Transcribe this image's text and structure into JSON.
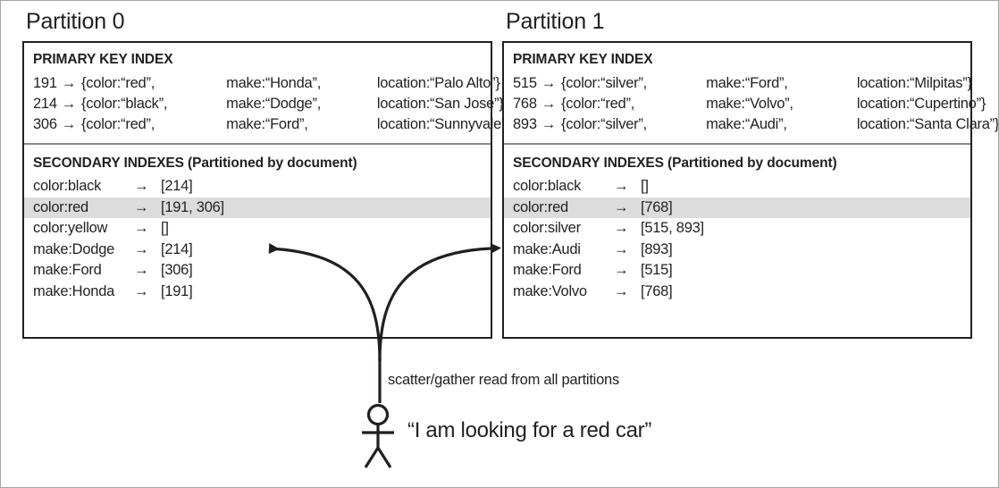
{
  "figure": {
    "accent_highlight": "#dcdcdc",
    "line_color": "#231f20",
    "frame_color": "#a6a6a6"
  },
  "partitions": [
    {
      "title": "Partition 0",
      "primary_index": {
        "heading": "PRIMARY KEY INDEX",
        "rows": [
          {
            "id": "191",
            "arrow": "→",
            "open": "{color:",
            "color": "“red”,",
            "make_label": "make:",
            "make": "“Honda”,",
            "loc_label": "location:",
            "loc": "“Palo Alto”}"
          },
          {
            "id": "214",
            "arrow": "→",
            "open": "{color:",
            "color": "“black”,",
            "make_label": "make:",
            "make": "“Dodge”,",
            "loc_label": "location:",
            "loc": "“San Jose”}"
          },
          {
            "id": "306",
            "arrow": "→",
            "open": "{color:",
            "color": "“red”,",
            "make_label": "make:",
            "make": "“Ford”,",
            "loc_label": "location:",
            "loc": "“Sunnyvale”}"
          }
        ]
      },
      "secondary_index": {
        "heading": "SECONDARY INDEXES (Partitioned by document)",
        "rows": [
          {
            "key": "color:black",
            "arrow": "→",
            "value": "[214]",
            "highlighted": false
          },
          {
            "key": "color:red",
            "arrow": "→",
            "value": "[191, 306]",
            "highlighted": true
          },
          {
            "key": "color:yellow",
            "arrow": "→",
            "value": "[]",
            "highlighted": false
          },
          {
            "key": "make:Dodge",
            "arrow": "→",
            "value": "[214]",
            "highlighted": false
          },
          {
            "key": "make:Ford",
            "arrow": "→",
            "value": "[306]",
            "highlighted": false
          },
          {
            "key": "make:Honda",
            "arrow": "→",
            "value": "[191]",
            "highlighted": false
          }
        ]
      }
    },
    {
      "title": "Partition 1",
      "primary_index": {
        "heading": "PRIMARY KEY INDEX",
        "rows": [
          {
            "id": "515",
            "arrow": "→",
            "open": "{color:",
            "color": "“silver”,",
            "make_label": "make:",
            "make": "“Ford”,",
            "loc_label": "location:",
            "loc": "“Milpitas”}"
          },
          {
            "id": "768",
            "arrow": "→",
            "open": "{color:",
            "color": "“red”,",
            "make_label": "make:",
            "make": "“Volvo”,",
            "loc_label": "location:",
            "loc": "“Cupertino”}"
          },
          {
            "id": "893",
            "arrow": "→",
            "open": "{color:",
            "color": "“silver”,",
            "make_label": "make:",
            "make": "“Audi”,",
            "loc_label": "location:",
            "loc": "“Santa Clara”}"
          }
        ]
      },
      "secondary_index": {
        "heading": "SECONDARY INDEXES (Partitioned by document)",
        "rows": [
          {
            "key": "color:black",
            "arrow": "→",
            "value": "[]",
            "highlighted": false
          },
          {
            "key": "color:red",
            "arrow": "→",
            "value": "[768]",
            "highlighted": true
          },
          {
            "key": "color:silver",
            "arrow": "→",
            "value": "[515, 893]",
            "highlighted": false
          },
          {
            "key": "make:Audi",
            "arrow": "→",
            "value": "[893]",
            "highlighted": false
          },
          {
            "key": "make:Ford",
            "arrow": "→",
            "value": "[515]",
            "highlighted": false
          },
          {
            "key": "make:Volvo",
            "arrow": "→",
            "value": "[768]",
            "highlighted": false
          }
        ]
      }
    }
  ],
  "query": {
    "scatter_caption": "scatter/gather read from all partitions",
    "actor_quote": "“I am looking for a red car”"
  }
}
